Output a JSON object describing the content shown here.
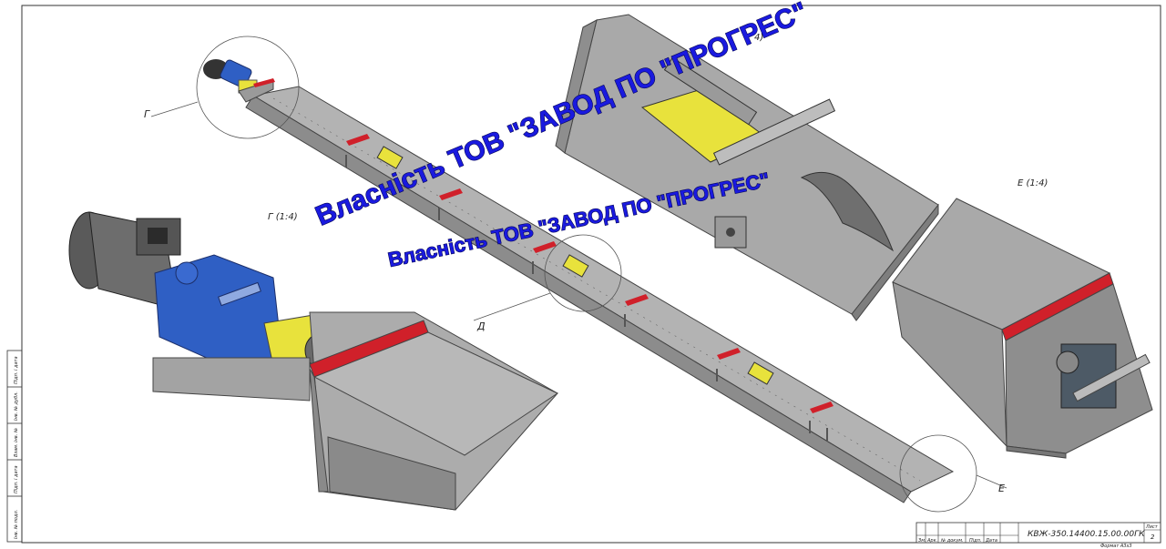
{
  "drawing": {
    "view_label_g": "Г (1:4)",
    "view_label_e": "Е (1:4)",
    "leader_g": "Г",
    "leader_d": "Д",
    "leader_e": "Е",
    "corner_fragment": "4)"
  },
  "watermarks": {
    "large": "Власність ТОВ \"ЗАВОД ПО \"ПРОГРЕС\"",
    "small": "Власність ТОВ \"ЗАВОД ПО \"ПРОГРЕС\""
  },
  "side_stamp": {
    "cells": [
      "Підп. і дата",
      "Інв. № дубл.",
      "Взам. інв. №",
      "Підп. і дата",
      "Інв. № подл."
    ]
  },
  "title_block": {
    "designation": "КВЖ-350.14400.15.00.00ГК",
    "sheet_label": "Лист",
    "sheet_number": "2",
    "format": "Формат А3х3",
    "columns": [
      "Зм.",
      "Арк.",
      "№ докум.",
      "Підп.",
      "Дата"
    ]
  },
  "colors": {
    "steel": "#a9a9a9",
    "steel_dark": "#7e7e7e",
    "red_band": "#d0202a",
    "yellow": "#e8e23c",
    "blue_gearbox": "#2f5fc4",
    "motor_grey": "#6d6d6d",
    "watermark_blue": "#1a1adf"
  }
}
